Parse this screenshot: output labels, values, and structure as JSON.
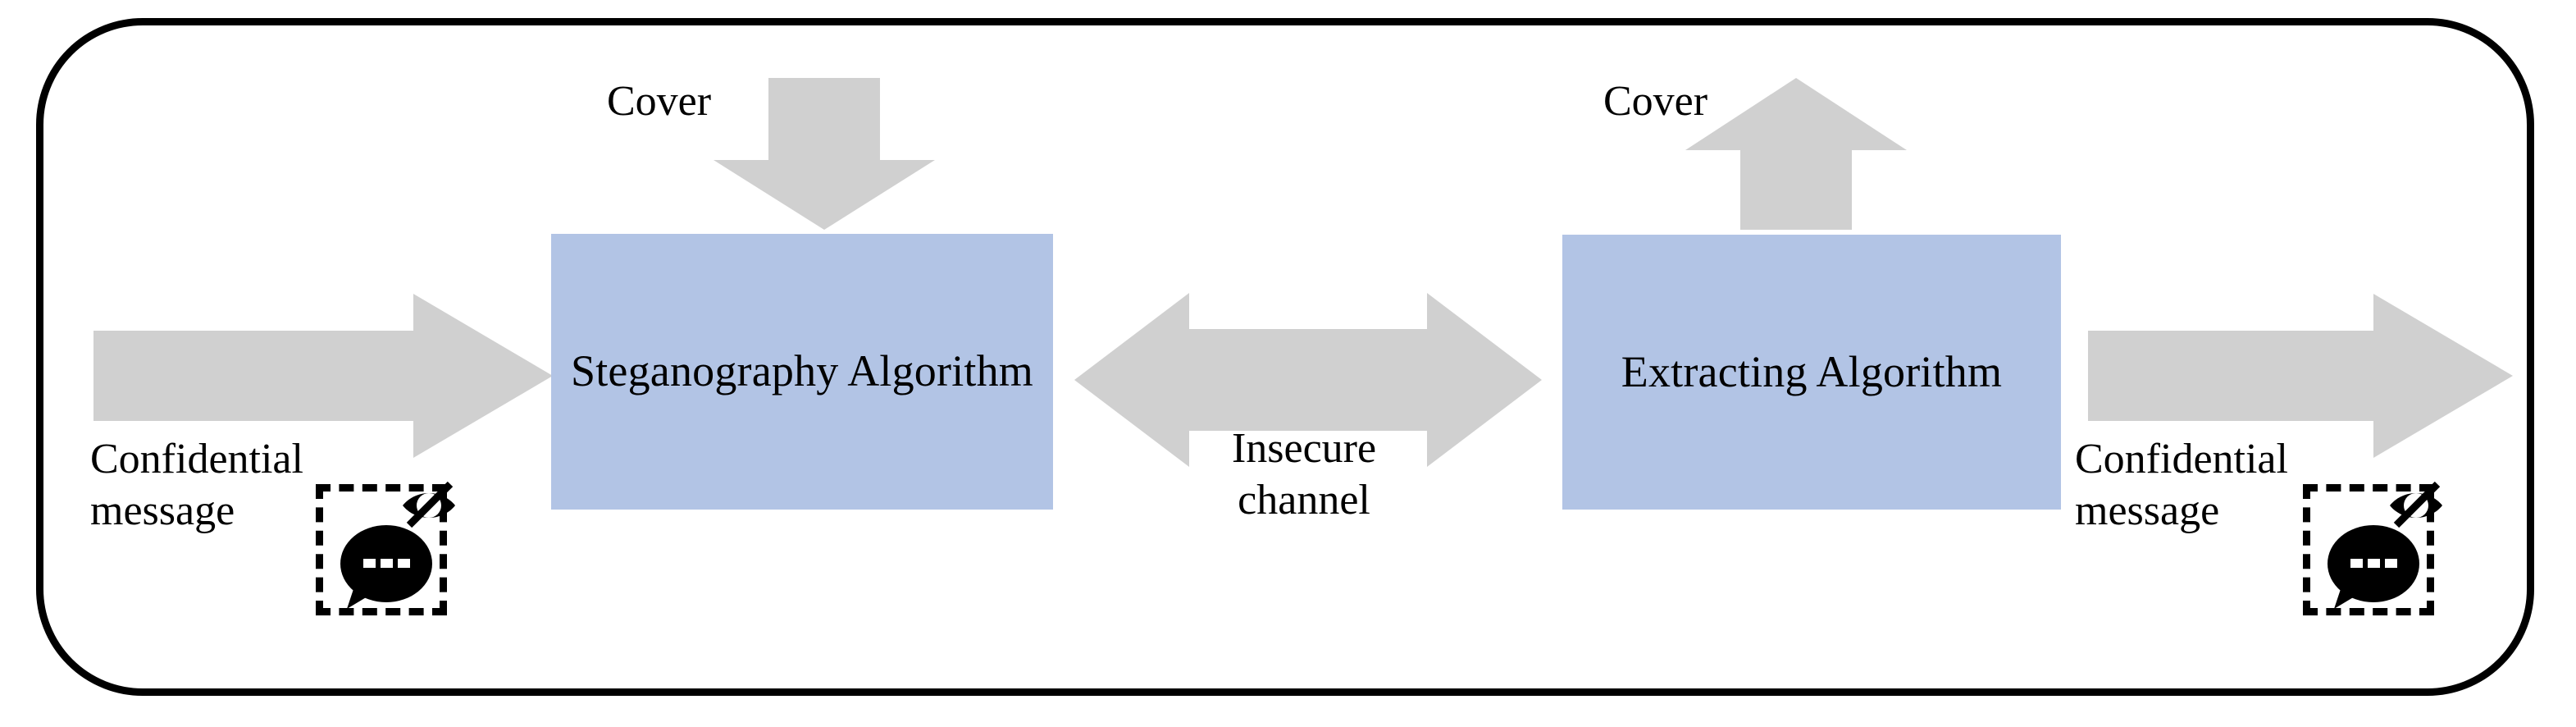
{
  "diagram": {
    "title": "Steganography system block diagram",
    "frame": {
      "shape": "rounded-rectangle",
      "border_color": "#000000"
    },
    "colors": {
      "process_box_fill": "#b2c4e5",
      "arrow_fill": "#d0d0d0",
      "frame_border": "#000000",
      "text": "#000000",
      "canvas": "#ffffff"
    },
    "boxes": [
      {
        "id": "steganography",
        "label": "Steganography\nAlgorithm"
      },
      {
        "id": "extracting",
        "label": "Extracting\nAlgorithm"
      }
    ],
    "labels": {
      "cover_left": "Cover",
      "cover_right": "Cover",
      "insecure_channel": "Insecure\nchannel",
      "confidential_left": "Confidential\nmessage",
      "confidential_right": "Confidential\nmessage"
    },
    "arrows": [
      {
        "id": "input-secret-left",
        "direction": "right",
        "style": "block-arrow",
        "color": "#d0d0d0"
      },
      {
        "id": "cover-in-down",
        "direction": "down",
        "style": "block-arrow",
        "color": "#d0d0d0"
      },
      {
        "id": "insecure-channel",
        "direction": "bidirectional",
        "style": "block-arrow",
        "color": "#d0d0d0"
      },
      {
        "id": "cover-out-up",
        "direction": "up",
        "style": "block-arrow",
        "color": "#d0d0d0"
      },
      {
        "id": "output-secret-right",
        "direction": "right",
        "style": "block-arrow",
        "color": "#d0d0d0"
      }
    ],
    "icons": {
      "hidden_message_left": "hidden-message-icon",
      "hidden_message_right": "hidden-message-icon",
      "parts": [
        "dashed-selection-box",
        "speech-bubble-icon",
        "eye-slash-icon"
      ]
    }
  }
}
